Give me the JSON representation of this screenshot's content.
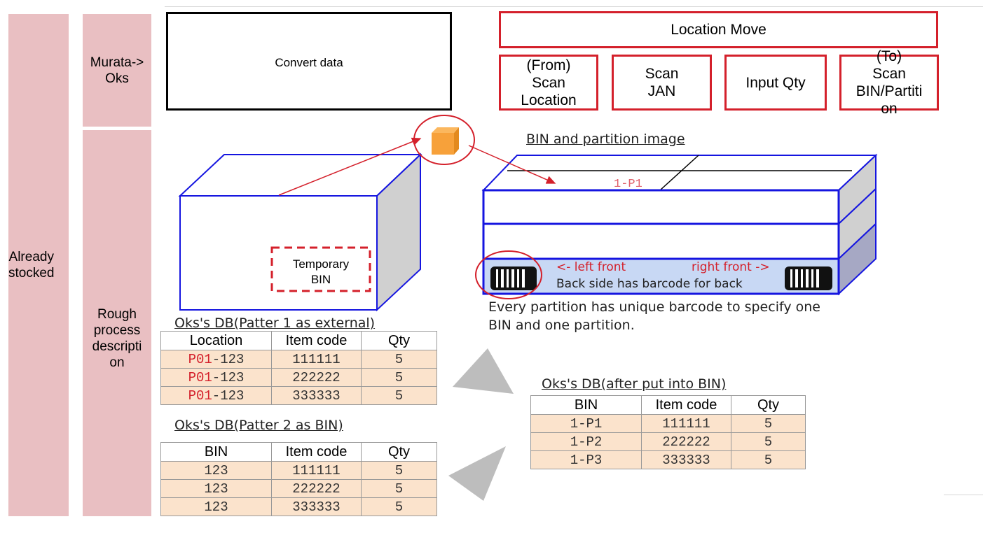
{
  "side": {
    "stocked": "Already\nstocked",
    "murata": "Murata->\nOks",
    "rough": "Rough\nprocess\ndescripti\non"
  },
  "convert_label": "Convert data",
  "location_move": {
    "title": "Location Move",
    "steps": [
      "(From)\nScan\nLocation",
      "Scan\nJAN",
      "Input Qty",
      "(To)\nScan\nBIN/Partiti\non"
    ]
  },
  "bin_caption": "BIN and partition image",
  "partition_label": "1-P1",
  "temp_bin": "Temporary\nBIN",
  "left_front": "<- left front",
  "right_front": "right front ->",
  "back_note": "Back side has barcode for back",
  "every_note": "Every partition has unique barcode to specify one\nBIN and one partition.",
  "tables": {
    "external": {
      "caption": "Oks's DB(Patter 1 as external)",
      "headers": [
        "Location",
        "Item code",
        "Qty"
      ],
      "rows": [
        [
          "P01-123",
          "111111",
          "5"
        ],
        [
          "P01-123",
          "222222",
          "5"
        ],
        [
          "P01-123",
          "333333",
          "5"
        ]
      ]
    },
    "bin": {
      "caption": "Oks's DB(Patter 2 as BIN)",
      "headers": [
        "BIN",
        "Item code",
        "Qty"
      ],
      "rows": [
        [
          "123",
          "111111",
          "5"
        ],
        [
          "123",
          "222222",
          "5"
        ],
        [
          "123",
          "333333",
          "5"
        ]
      ]
    },
    "after": {
      "caption": "Oks's DB(after put into BIN)",
      "headers": [
        "BIN",
        "Item code",
        "Qty"
      ],
      "rows": [
        [
          "1-P1",
          "111111",
          "5"
        ],
        [
          "1-P2",
          "222222",
          "5"
        ],
        [
          "1-P3",
          "333333",
          "5"
        ]
      ]
    }
  },
  "colors": {
    "red": "#d4202b",
    "blue": "#1515e0",
    "pink": "#e9bfc2",
    "cell": "#fbe3cc",
    "cube": "#f7a13a"
  }
}
